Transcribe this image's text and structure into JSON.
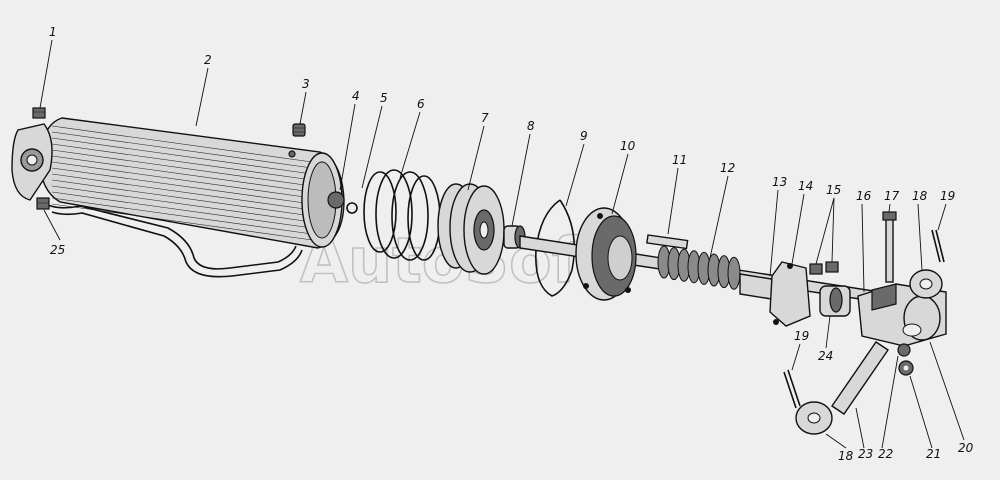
{
  "watermark": "AutoSoft",
  "part_labels": [
    "1",
    "2",
    "3",
    "4",
    "5",
    "6",
    "7",
    "8",
    "9",
    "10",
    "11",
    "12",
    "13",
    "14",
    "15",
    "16",
    "17",
    "18",
    "19",
    "25",
    "19",
    "24",
    "18",
    "23",
    "22",
    "21",
    "20"
  ],
  "colors": {
    "ink": "#111111",
    "background": "#efefef"
  }
}
